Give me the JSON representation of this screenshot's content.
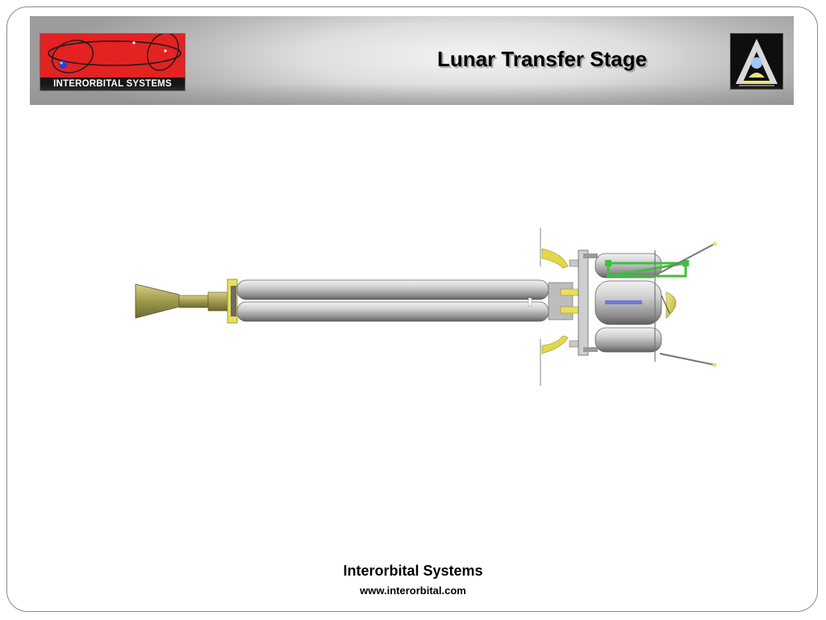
{
  "slide": {
    "title": "Lunar Transfer Stage"
  },
  "logo": {
    "text": "INTERORBITAL SYSTEMS",
    "icon": "orbit-logo-icon"
  },
  "emblem": {
    "icon": "rocket-emblem-icon"
  },
  "illustration": {
    "icon": "lunar-transfer-stage-diagram"
  },
  "footer": {
    "company": "Interorbital Systems",
    "url": "www.interorbital.com"
  },
  "colors": {
    "logo_red": "#e32222",
    "logo_bar": "#161616",
    "tank_gray": "#c8c8c8",
    "nozzle_olive": "#a9a454",
    "bracket_yellow": "#e8e05a",
    "strut_green": "#3fbf3f"
  }
}
